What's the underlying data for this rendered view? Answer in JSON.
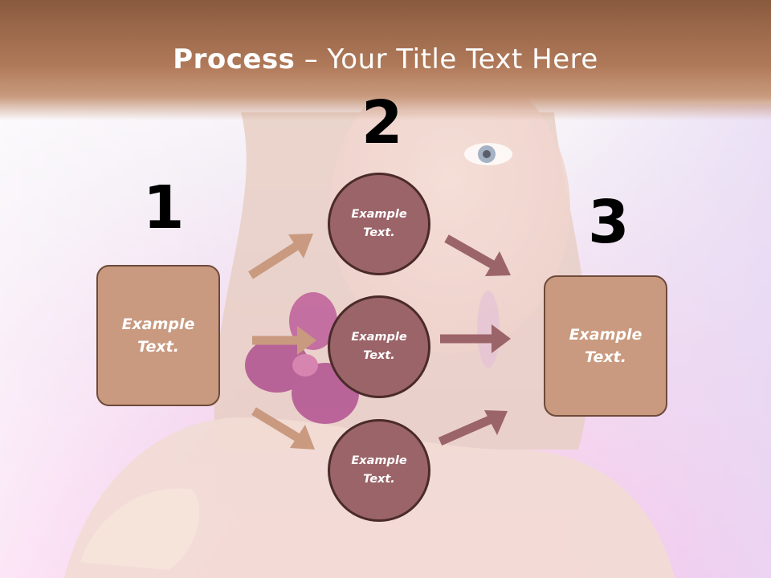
{
  "slide": {
    "title_bold": "Process",
    "title_rest": " – Your Title Text Here"
  },
  "steps": {
    "step1": "1",
    "step2": "2",
    "step3": "3"
  },
  "boxes": {
    "left_line1": "Example",
    "left_line2": "Text.",
    "right_line1": "Example",
    "right_line2": "Text."
  },
  "circles": [
    {
      "line1": "Example",
      "line2": "Text."
    },
    {
      "line1": "Example",
      "line2": "Text."
    },
    {
      "line1": "Example",
      "line2": "Text."
    }
  ],
  "colors": {
    "box_fill": "#c99a7f",
    "circle_fill": "#9b6468",
    "arrow_left": "#c99a7f",
    "arrow_right": "#9b6468",
    "title_band": "#a8704f"
  }
}
